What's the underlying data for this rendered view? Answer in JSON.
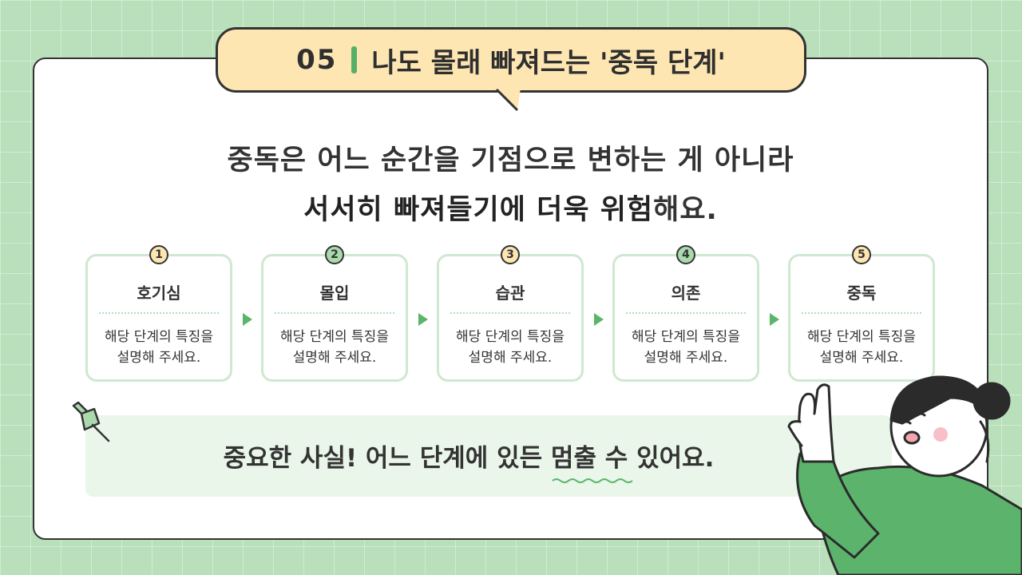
{
  "title": {
    "number": "05",
    "text": "나도 몰래 빠져드는 '중독 단계'"
  },
  "headline": {
    "line1": "중독은 어느 순간을 기점으로 변하는 게 아니라",
    "line2_em": "서서히 빠져들기에 더욱 위험",
    "line2_rest": "해요."
  },
  "steps": [
    {
      "number": "1",
      "title": "호기심",
      "description": "해당 단계의 특징을\n설명해 주세요."
    },
    {
      "number": "2",
      "title": "몰입",
      "description": "해당 단계의 특징을\n설명해 주세요."
    },
    {
      "number": "3",
      "title": "습관",
      "description": "해당 단계의 특징을\n설명해 주세요."
    },
    {
      "number": "4",
      "title": "의존",
      "description": "해당 단계의 특징을\n설명해 주세요."
    },
    {
      "number": "5",
      "title": "중독",
      "description": "해당 단계의 특징을\n설명해 주세요."
    }
  ],
  "note": {
    "prefix": "중요한 사실! 어느 단계에 있든 ",
    "emphasis": "멈출 수",
    "suffix": " 있어요."
  },
  "colors": {
    "background": "#b9e0bb",
    "title_bubble": "#fde6b2",
    "accent_green": "#58b068",
    "step_border": "#cfe8d0",
    "note_box": "#eaf6ea"
  },
  "icons": [
    "pushpin-icon",
    "arrow-right-icon"
  ]
}
